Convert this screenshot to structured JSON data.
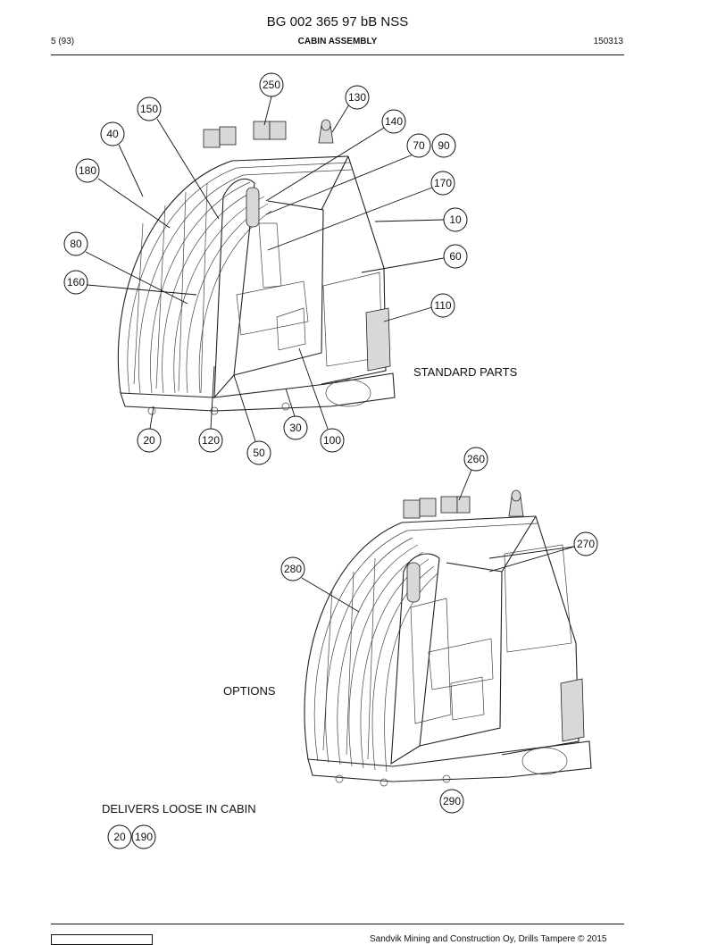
{
  "header": {
    "doc_number": "BG 002 365 97 bB NSS",
    "page": "5 (93)",
    "section_title": "CABIN ASSEMBLY",
    "date_code": "150313"
  },
  "labels": {
    "standard": "STANDARD PARTS",
    "options": "OPTIONS",
    "loose": "DELIVERS LOOSE IN CABIN"
  },
  "callouts_standard": [
    "250",
    "130",
    "150",
    "140",
    "40",
    "70",
    "90",
    "180",
    "170",
    "10",
    "80",
    "60",
    "160",
    "110",
    "30",
    "100",
    "20",
    "120",
    "50"
  ],
  "callouts_options": [
    "260",
    "270",
    "280",
    "290"
  ],
  "callouts_loose": [
    "20",
    "190"
  ],
  "footer": {
    "copyright": "Sandvik Mining and Construction Oy, Drills Tampere © 2015"
  }
}
